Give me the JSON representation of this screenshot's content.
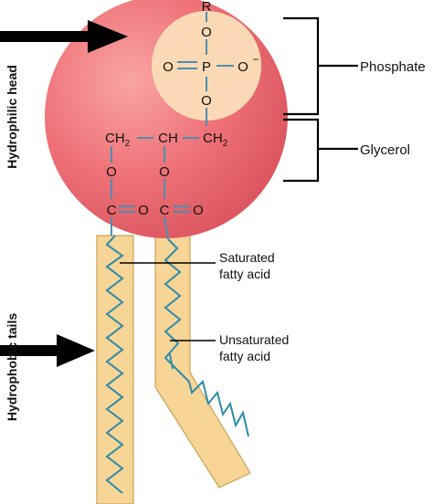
{
  "side_labels": {
    "head": "Hydrophilic head",
    "tails": "Hydrophobic tails"
  },
  "callouts": {
    "phosphate": "Phosphate",
    "glycerol": "Glycerol",
    "saturated_line1": "Saturated",
    "saturated_line2": "fatty acid",
    "unsaturated_line1": "Unsaturated",
    "unsaturated_line2": "fatty acid"
  },
  "phosphate_group": {
    "r": "R",
    "o_top": "O",
    "o_left": "O",
    "p": "P",
    "o_right": "O",
    "charge": "−",
    "o_bottom": "O"
  },
  "glycerol_group": {
    "ch2_left": "CH",
    "ch2_left_sub": "2",
    "ch_mid": "CH",
    "ch2_right": "CH",
    "ch2_right_sub": "2",
    "o_left": "O",
    "o_mid": "O",
    "c_left": "C",
    "eq_o_left": "O",
    "c_right": "C",
    "eq_o_right": "O"
  },
  "colors": {
    "head_fill": "#e8646c",
    "phosphate_fill": "#fbd9b6",
    "tail_fill": "#f6d596",
    "bond": "#4a8fb0",
    "arrow": "#000000"
  }
}
